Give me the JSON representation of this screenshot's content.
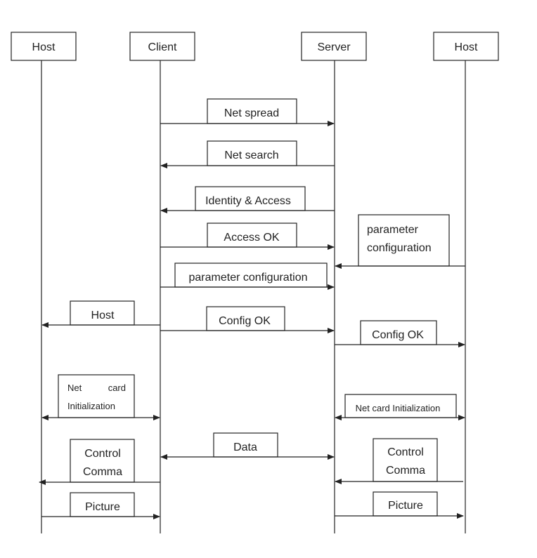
{
  "actors": {
    "host_left": "Host",
    "client": "Client",
    "server": "Server",
    "host_right": "Host"
  },
  "messages": {
    "net_spread": "Net spread",
    "net_search": "Net search",
    "identity_access": "Identity & Access",
    "access_ok": "Access OK",
    "param_config_right_line1": "parameter",
    "param_config_right_line2": "configuration",
    "param_config_center": "parameter configuration",
    "host_msg": "Host",
    "config_ok_center": "Config OK",
    "config_ok_right": "Config OK",
    "net_card_left_word1": "Net",
    "net_card_left_word2": "card",
    "net_card_left_line2": "Initialization",
    "net_card_right": "Net card Initialization",
    "data": "Data",
    "control_left_line1": "Control",
    "control_left_line2": "Comma",
    "control_right_line1": "Control",
    "control_right_line2": "Comma",
    "picture_left": "Picture",
    "picture_right": "Picture"
  }
}
